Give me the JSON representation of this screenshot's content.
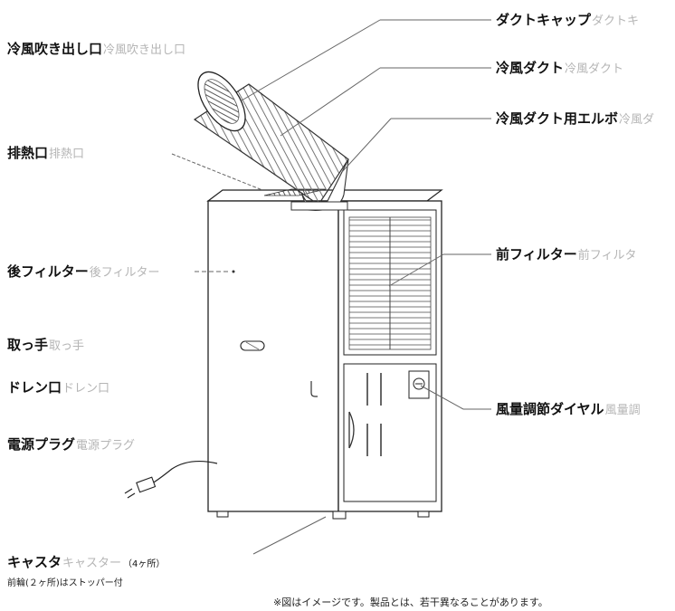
{
  "labels": {
    "outlet": {
      "main": "冷風吹き出し口",
      "ghost": "冷風吹き出し口"
    },
    "exhaust": {
      "main": "排熱口",
      "ghost": "排熱口"
    },
    "rear_filter": {
      "main": "後フィルター",
      "ghost": "後フィルター"
    },
    "handle": {
      "main": "取っ手",
      "ghost": "取っ手"
    },
    "drain": {
      "main": "ドレン口",
      "ghost": "ドレン口"
    },
    "plug": {
      "main": "電源プラグ",
      "ghost": "電源プラグ"
    },
    "caster": {
      "main": "キャスタ",
      "ghost": "キャスター",
      "count": "（4ヶ所）"
    },
    "duct_cap": {
      "main": "ダクトキャップ",
      "ghost": "ダクトキ"
    },
    "cold_duct": {
      "main": "冷風ダクト",
      "ghost": "冷風ダクト"
    },
    "elbow": {
      "main": "冷風ダクト用エルボ",
      "ghost": "冷風ダ"
    },
    "front_filter": {
      "main": "前フィルター",
      "ghost": "前フィルタ"
    },
    "dial": {
      "main": "風量調節ダイヤル",
      "ghost": "風量調"
    }
  },
  "notes": {
    "caster_note": "前輪(２ヶ所)はストッパー付",
    "disclaimer": "※図はイメージです。製品とは、若干異なることがあります。"
  }
}
